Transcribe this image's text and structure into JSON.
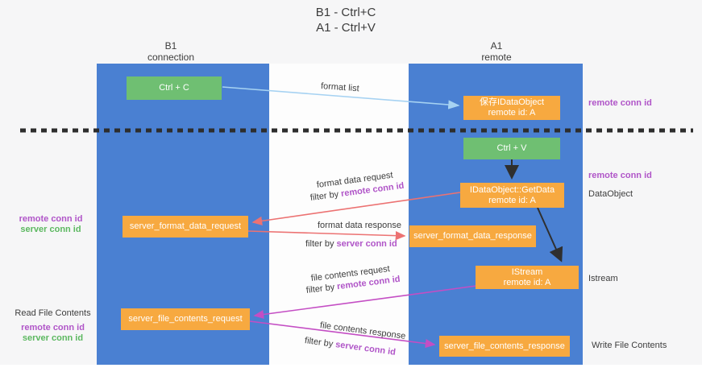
{
  "title": {
    "line1": "B1 - Ctrl+C",
    "line2": "A1 - Ctrl+V"
  },
  "lifelines": {
    "left": {
      "name": "B1",
      "role": "connection"
    },
    "right": {
      "name": "A1",
      "role": "remote"
    }
  },
  "boxes": {
    "ctrl_c": {
      "label": "Ctrl + C"
    },
    "save_dataobject": {
      "line1": "保存IDataObject",
      "line2": "remote id: A"
    },
    "ctrl_v": {
      "label": "Ctrl + V"
    },
    "getdata": {
      "line1": "IDataObject::GetData",
      "line2": "remote id: A"
    },
    "format_request": {
      "label": "server_format_data_request"
    },
    "format_response": {
      "label": "server_format_data_response"
    },
    "istream": {
      "line1": "IStream",
      "line2": "remote id: A"
    },
    "file_request": {
      "label": "server_file_contents_request"
    },
    "file_response": {
      "label": "server_file_contents_response"
    }
  },
  "arrow_labels": {
    "format_list": "format list",
    "format_data_request": "format data request",
    "format_data_response": "format data response",
    "file_contents_request": "file contents request",
    "file_contents_response": "file contents response",
    "filter_by": "filter by ",
    "remote_conn_id": "remote conn id",
    "server_conn_id": "server conn id"
  },
  "side_labels": {
    "remote_conn_id_top_right": "remote conn id",
    "remote_conn_id_mid_right": "remote conn id",
    "dataobject": "DataObject",
    "istream": "Istream",
    "write_file_contents": "Write File Contents",
    "remote_conn_id_mid_left": "remote conn id",
    "server_conn_id_mid_left": "server conn id",
    "read_file_contents": "Read File Contents",
    "remote_conn_id_bottom_left": "remote conn id",
    "server_conn_id_bottom_left": "server conn id"
  },
  "colors": {
    "lifeline_blue": "#4a80d2",
    "action_green": "#6fbf72",
    "message_orange": "#f7a940",
    "conn_id_purple": "#b055c8",
    "conn_id_green": "#5cb860",
    "arrow_salmon": "#ec7272",
    "arrow_magenta": "#c44ec4",
    "arrow_lightblue": "#a6d2f2",
    "arrow_black": "#2f2f2f",
    "divider_black": "#2d2d2d"
  }
}
